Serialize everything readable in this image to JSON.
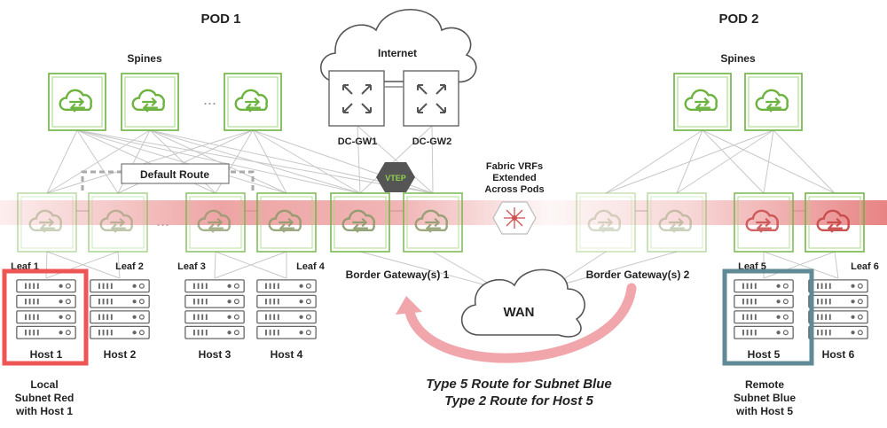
{
  "pods": [
    {
      "title": "POD 1",
      "spines_label": "Spines"
    },
    {
      "title": "POD 2",
      "spines_label": "Spines"
    }
  ],
  "internet": {
    "label": "Internet",
    "gateways": [
      "DC-GW1",
      "DC-GW2"
    ]
  },
  "default_route_label": "Default Route",
  "vtep_label": "VTEP",
  "fabric_vrfs_label": [
    "Fabric VRFs",
    "Extended",
    "Across Pods"
  ],
  "ellipsis": "...",
  "leafs": [
    "Leaf 1",
    "Leaf 2",
    "Leaf 3",
    "Leaf 4",
    "Leaf 5",
    "Leaf 6"
  ],
  "hosts": [
    "Host 1",
    "Host 2",
    "Host 3",
    "Host 4",
    "Host 5",
    "Host 6"
  ],
  "border_gateways": [
    "Border Gateway(s) 1",
    "Border Gateway(s) 2"
  ],
  "wan_label": "WAN",
  "route_lines": [
    "Type 5 Route for Subnet Blue",
    "Type 2 Route for Host 5"
  ],
  "local_caption": [
    "Local",
    "Subnet Red",
    "with Host 1"
  ],
  "remote_caption": [
    "Remote",
    "Subnet Blue",
    "with Host 5"
  ],
  "colors": {
    "switch_green": "#6cb33f",
    "red_band": "#e05a5a",
    "host_red": "#ee5555",
    "host_blue": "#5f8a96",
    "arrow_pink": "#f0a6ab",
    "vtep_green": "#8fd14f"
  }
}
